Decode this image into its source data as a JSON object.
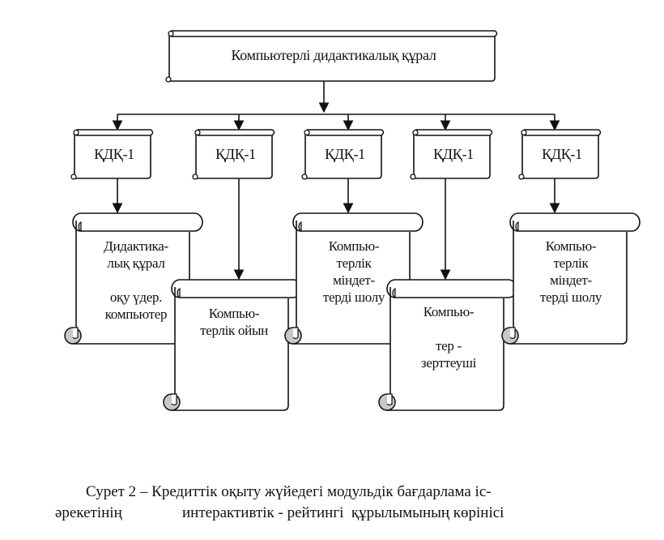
{
  "diagram": {
    "root": {
      "label": "Компьютерлі дидактикалық құрал"
    },
    "modules": [
      {
        "label": "ҚДҚ-1"
      },
      {
        "label": "ҚДҚ-1"
      },
      {
        "label": "ҚДҚ-1"
      },
      {
        "label": "ҚДҚ-1"
      },
      {
        "label": "ҚДҚ-1"
      }
    ],
    "leaves": [
      {
        "lines": [
          "Дидактика-",
          "лық құрал",
          "",
          "оқу үдер.",
          "компьютер"
        ]
      },
      {
        "lines": [
          "Компью-",
          "терлік ойын"
        ]
      },
      {
        "lines": [
          "Компью-",
          "терлік",
          "міндет-",
          "терді шолу"
        ]
      },
      {
        "lines": [
          "Компью-",
          "",
          "тер -",
          "зерттеуші"
        ]
      },
      {
        "lines": [
          "Компью-",
          "терлік",
          "міндет-",
          "терді шолу"
        ]
      }
    ],
    "line_color": "#111111",
    "curl_fill": "#c8c8c8"
  },
  "caption": {
    "line1": "Сурет 2 – Кредиттік оқыту жүйедегі модульдік бағдарлама іс-",
    "line2_part1": "әрекетінің",
    "line2_part2": "интерактивтік - рейтингі  құрылымының көрінісі"
  }
}
